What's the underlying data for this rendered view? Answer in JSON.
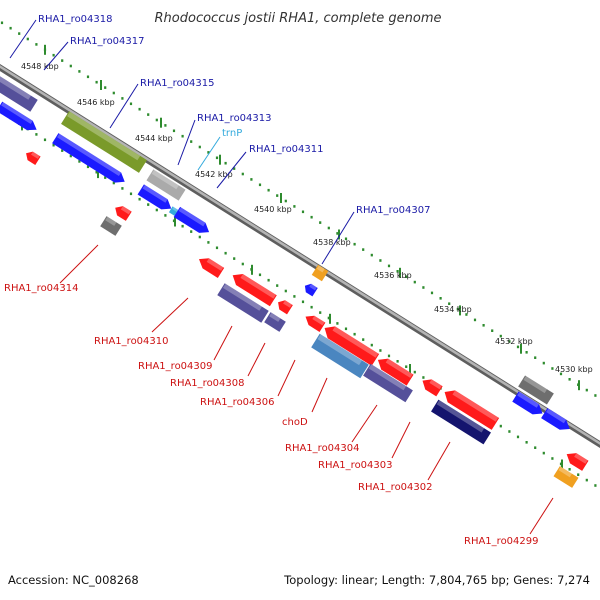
{
  "title": "Rhodococcus jostii RHA1, complete genome",
  "accession": "Accession: NC_008268",
  "topology": "Topology: linear; Length: 7,804,765 bp; Genes: 7,274",
  "colors": {
    "background": "#ffffff",
    "backbone": "#8c8c8c",
    "tick": "#2e8b2e",
    "forward_label": "#1a1aa6",
    "reverse_label": "#cc1111",
    "trna_label": "#33aadd",
    "cds_blue": "#1a1aff",
    "cds_red": "#ff1a1a",
    "cds_slate": "#55509a",
    "cds_olive": "#7a9a2a",
    "cds_grey": "#aaaaaa",
    "cds_darkgrey": "#6e6e6e",
    "cds_steel": "#4a86c0",
    "cds_navy": "#14146e",
    "cds_orange": "#f0a020"
  },
  "kbp_labels": [
    "4548 kbp",
    "4546 kbp",
    "4544 kbp",
    "4542 kbp",
    "4540 kbp",
    "4538 kbp",
    "4536 kbp",
    "4534 kbp",
    "4532 kbp",
    "4530 kbp"
  ],
  "forward_genes": [
    "RHA1_ro04318",
    "RHA1_ro04317",
    "RHA1_ro04315",
    "RHA1_ro04313",
    "RHA1_ro04311",
    "RHA1_ro04307"
  ],
  "trna_gene": "trnP",
  "reverse_genes": [
    "RHA1_ro04314",
    "RHA1_ro04310",
    "RHA1_ro04309",
    "RHA1_ro04308",
    "RHA1_ro04306",
    "choD",
    "RHA1_ro04304",
    "RHA1_ro04303",
    "RHA1_ro04302",
    "RHA1_ro04299"
  ]
}
